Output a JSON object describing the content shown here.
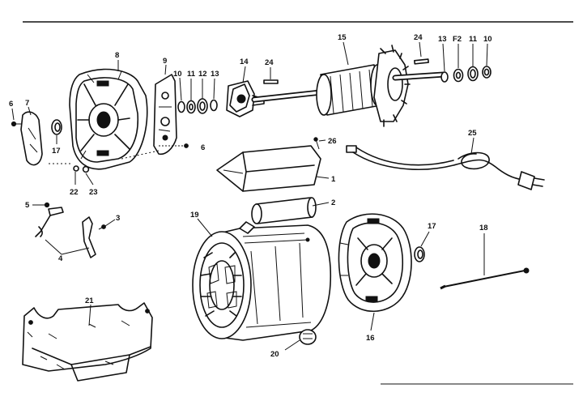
{
  "diagram": {
    "callouts": [
      {
        "id": "c6a",
        "text": "6"
      },
      {
        "id": "c7",
        "text": "7"
      },
      {
        "id": "c17a",
        "text": "17"
      },
      {
        "id": "c8",
        "text": "8"
      },
      {
        "id": "c22",
        "text": "22"
      },
      {
        "id": "c23",
        "text": "23"
      },
      {
        "id": "c9",
        "text": "9"
      },
      {
        "id": "c10a",
        "text": "10"
      },
      {
        "id": "c11a",
        "text": "11"
      },
      {
        "id": "c12a",
        "text": "12"
      },
      {
        "id": "c13a",
        "text": "13"
      },
      {
        "id": "c6b",
        "text": "6"
      },
      {
        "id": "c14",
        "text": "14"
      },
      {
        "id": "c24a",
        "text": "24"
      },
      {
        "id": "c15",
        "text": "15"
      },
      {
        "id": "c24b",
        "text": "24"
      },
      {
        "id": "c13b",
        "text": "13"
      },
      {
        "id": "c12b",
        "text": "F2"
      },
      {
        "id": "c11b",
        "text": "11"
      },
      {
        "id": "c10b",
        "text": "10"
      },
      {
        "id": "c26",
        "text": "26"
      },
      {
        "id": "c25",
        "text": "25"
      },
      {
        "id": "c1",
        "text": "1"
      },
      {
        "id": "c2",
        "text": "2"
      },
      {
        "id": "c5",
        "text": "5"
      },
      {
        "id": "c3",
        "text": "3"
      },
      {
        "id": "c4",
        "text": "4"
      },
      {
        "id": "c19",
        "text": "19"
      },
      {
        "id": "c17b",
        "text": "17"
      },
      {
        "id": "c18",
        "text": "18"
      },
      {
        "id": "c21",
        "text": "21"
      },
      {
        "id": "c20",
        "text": "20"
      },
      {
        "id": "c16",
        "text": "16"
      }
    ]
  }
}
